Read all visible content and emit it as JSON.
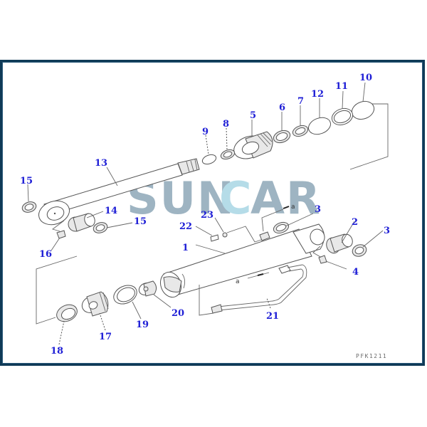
{
  "diagram": {
    "type": "exploded-parts-diagram",
    "subject": "hydraulic cylinder",
    "drawing_code": "PFK1211",
    "watermark": {
      "text_left": "SUN",
      "text_c": "C",
      "text_right": "AR",
      "color_main": "#8ea7b8",
      "color_accent": "#a9d6e5"
    },
    "label_color": "#1f1fd6",
    "reference_marks": [
      "a",
      "a"
    ],
    "callouts": [
      {
        "id": "1",
        "part": "cylinder tube"
      },
      {
        "id": "2",
        "part": "bushing"
      },
      {
        "id": "3",
        "part": "dust seal ring (upper)"
      },
      {
        "id": "3",
        "part": "dust seal ring (right)"
      },
      {
        "id": "4",
        "part": "grease fitting"
      },
      {
        "id": "5",
        "part": "cylinder head"
      },
      {
        "id": "6",
        "part": "bushing"
      },
      {
        "id": "7",
        "part": "snap ring"
      },
      {
        "id": "8",
        "part": "seal"
      },
      {
        "id": "9",
        "part": "snap ring"
      },
      {
        "id": "10",
        "part": "o-ring"
      },
      {
        "id": "11",
        "part": "backup ring"
      },
      {
        "id": "12",
        "part": "o-ring"
      },
      {
        "id": "13",
        "part": "piston rod"
      },
      {
        "id": "14",
        "part": "bushing"
      },
      {
        "id": "15",
        "part": "dust seal (left)"
      },
      {
        "id": "15",
        "part": "dust seal (lower)"
      },
      {
        "id": "16",
        "part": "grease fitting"
      },
      {
        "id": "17",
        "part": "piston"
      },
      {
        "id": "18",
        "part": "ring"
      },
      {
        "id": "19",
        "part": "wear ring"
      },
      {
        "id": "20",
        "part": "nut"
      },
      {
        "id": "21",
        "part": "pipe"
      },
      {
        "id": "22",
        "part": "bolt"
      },
      {
        "id": "23",
        "part": "washer"
      }
    ]
  }
}
